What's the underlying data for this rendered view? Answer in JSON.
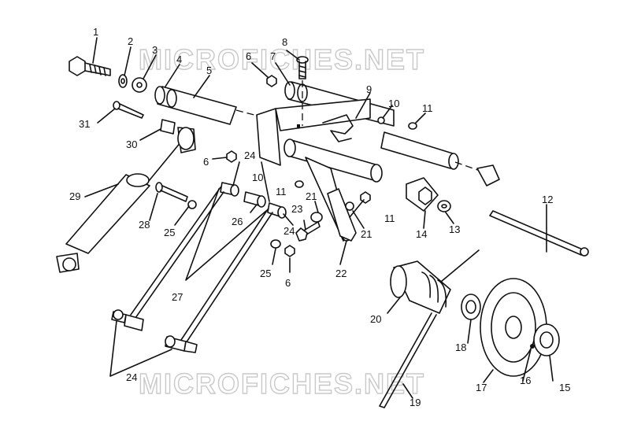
{
  "watermark": "MICROFICHES.NET",
  "callouts": [
    "1",
    "2",
    "3",
    "4",
    "5",
    "6",
    "7",
    "8",
    "9",
    "10",
    "11",
    "12",
    "13",
    "14",
    "15",
    "16",
    "17",
    "18",
    "19",
    "20",
    "21",
    "22",
    "23",
    "24",
    "25",
    "26",
    "27",
    "28",
    "29",
    "30",
    "31"
  ]
}
